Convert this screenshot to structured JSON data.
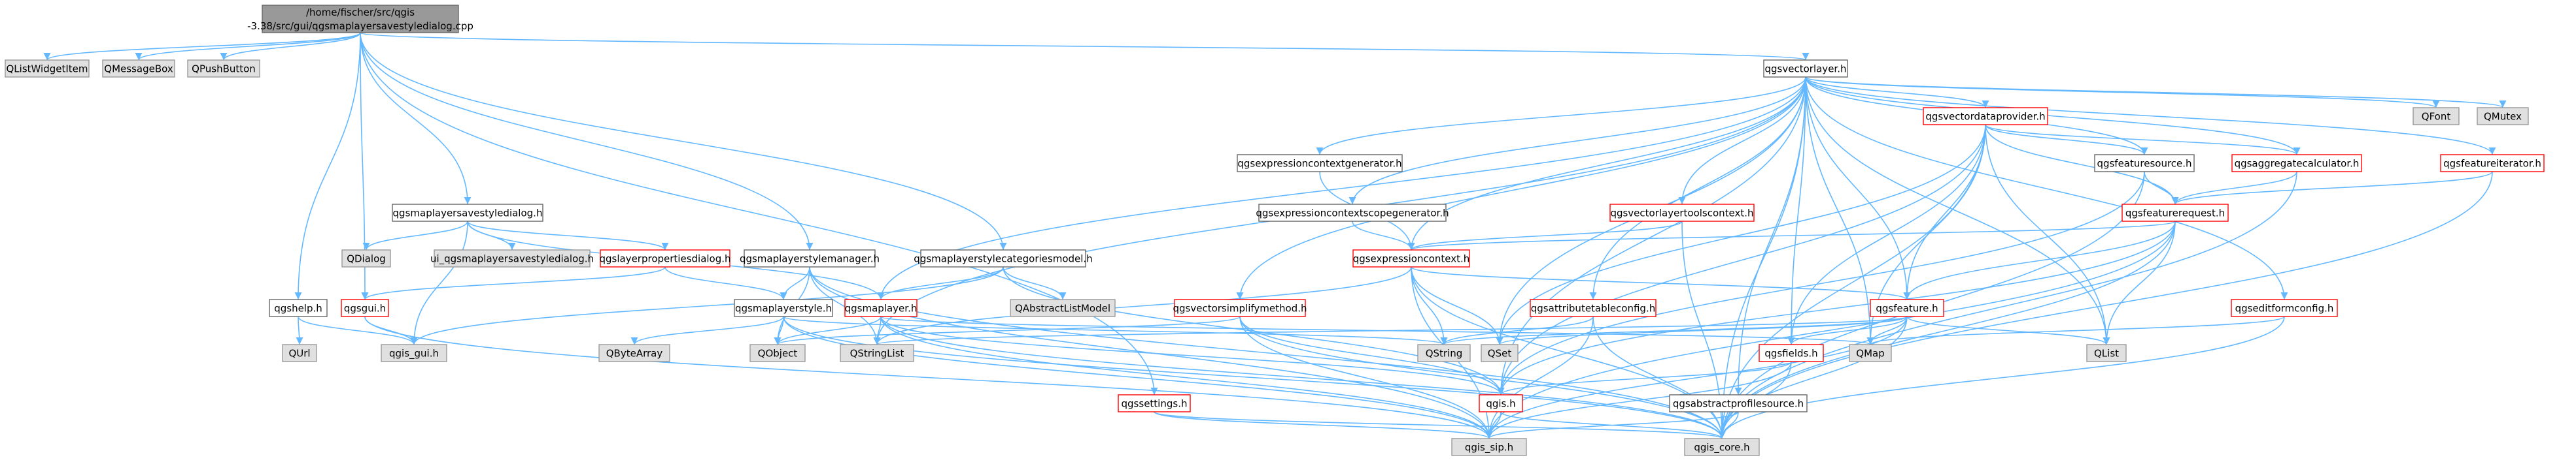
{
  "colors": {
    "root_fill": "#999999",
    "root_border": "#666666",
    "doc_fill": "#ffffff",
    "doc_border": "#666666",
    "trunc_fill": "#ffffff",
    "trunc_border": "#ff0000",
    "ext_fill": "#e0e0e0",
    "ext_border": "#999999",
    "edge": "#63b8ff"
  },
  "nodes": [
    {
      "id": "root",
      "lines": [
        "/home/fischer/src/qgis",
        "-3.38/src/gui/qgsmaplayersavestyledialog.cpp"
      ],
      "kind": "root"
    },
    {
      "id": "qlistwidgetitem",
      "lines": [
        "QListWidgetItem"
      ],
      "kind": "ext"
    },
    {
      "id": "qmessagebox",
      "lines": [
        "QMessageBox"
      ],
      "kind": "ext"
    },
    {
      "id": "qpushbutton",
      "lines": [
        "QPushButton"
      ],
      "kind": "ext"
    },
    {
      "id": "qgsvectorlayer",
      "lines": [
        "qgsvectorlayer.h"
      ],
      "kind": "doc"
    },
    {
      "id": "qgsmaplayersavestyledialog",
      "lines": [
        "qgsmaplayersavestyledialog.h"
      ],
      "kind": "doc"
    },
    {
      "id": "qdialog",
      "lines": [
        "QDialog"
      ],
      "kind": "ext"
    },
    {
      "id": "ui_dialog",
      "lines": [
        "ui_qgsmaplayersavestyledialog.h"
      ],
      "kind": "ext"
    },
    {
      "id": "qgslayerpropertiesdialog",
      "lines": [
        "qgslayerpropertiesdialog.h"
      ],
      "kind": "trunc"
    },
    {
      "id": "qgsmaplayerstylemanager",
      "lines": [
        "qgsmaplayerstylemanager.h"
      ],
      "kind": "doc"
    },
    {
      "id": "qgsmaplayerstylecategoriesmodel",
      "lines": [
        "qgsmaplayerstylecategoriesmodel.h"
      ],
      "kind": "doc"
    },
    {
      "id": "qabstractlistmodel",
      "lines": [
        "QAbstractListModel"
      ],
      "kind": "ext"
    },
    {
      "id": "qgshelp",
      "lines": [
        "qgshelp.h"
      ],
      "kind": "doc"
    },
    {
      "id": "qurl",
      "lines": [
        "QUrl"
      ],
      "kind": "ext"
    },
    {
      "id": "qgsgui",
      "lines": [
        "qgsgui.h"
      ],
      "kind": "trunc"
    },
    {
      "id": "qgis_gui",
      "lines": [
        "qgis_gui.h"
      ],
      "kind": "ext"
    },
    {
      "id": "qgsmaplayerstyle",
      "lines": [
        "qgsmaplayerstyle.h"
      ],
      "kind": "doc"
    },
    {
      "id": "qbytearray",
      "lines": [
        "QByteArray"
      ],
      "kind": "ext"
    },
    {
      "id": "qgsmaplayer",
      "lines": [
        "qgsmaplayer.h"
      ],
      "kind": "trunc"
    },
    {
      "id": "qobject",
      "lines": [
        "QObject"
      ],
      "kind": "ext"
    },
    {
      "id": "qstringlist",
      "lines": [
        "QStringList"
      ],
      "kind": "ext"
    },
    {
      "id": "qgssettings",
      "lines": [
        "qgssettings.h"
      ],
      "kind": "trunc"
    },
    {
      "id": "qgsvectorsimplifymethod",
      "lines": [
        "qgsvectorsimplifymethod.h"
      ],
      "kind": "trunc"
    },
    {
      "id": "qgsexpressioncontextgenerator",
      "lines": [
        "qgsexpressioncontextgenerator.h"
      ],
      "kind": "doc"
    },
    {
      "id": "qgsexpressioncontextscopegenerator",
      "lines": [
        "qgsexpressioncontextscopegenerator.h"
      ],
      "kind": "doc"
    },
    {
      "id": "qgsexpressioncontext",
      "lines": [
        "qgsexpressioncontext.h"
      ],
      "kind": "trunc"
    },
    {
      "id": "qgsattributetableconfig",
      "lines": [
        "qgsattributetableconfig.h"
      ],
      "kind": "trunc"
    },
    {
      "id": "qstring",
      "lines": [
        "QString"
      ],
      "kind": "ext"
    },
    {
      "id": "qset",
      "lines": [
        "QSet"
      ],
      "kind": "ext"
    },
    {
      "id": "qgsvectorlayertoolscontext",
      "lines": [
        "qgsvectorlayertoolscontext.h"
      ],
      "kind": "trunc"
    },
    {
      "id": "qgsvectordataprovider",
      "lines": [
        "qgsvectordataprovider.h"
      ],
      "kind": "trunc"
    },
    {
      "id": "qgsfeaturesource",
      "lines": [
        "qgsfeaturesource.h"
      ],
      "kind": "doc"
    },
    {
      "id": "qgsaggregatecalculator",
      "lines": [
        "qgsaggregatecalculator.h"
      ],
      "kind": "trunc"
    },
    {
      "id": "qgsfeaturerequest",
      "lines": [
        "qgsfeaturerequest.h"
      ],
      "kind": "trunc"
    },
    {
      "id": "qgsfeature",
      "lines": [
        "qgsfeature.h"
      ],
      "kind": "trunc"
    },
    {
      "id": "qmap",
      "lines": [
        "QMap"
      ],
      "kind": "ext"
    },
    {
      "id": "qgsfields",
      "lines": [
        "qgsfields.h"
      ],
      "kind": "trunc"
    },
    {
      "id": "qgis",
      "lines": [
        "qgis.h"
      ],
      "kind": "trunc"
    },
    {
      "id": "qgsabstractprofilesource",
      "lines": [
        "qgsabstractprofilesource.h"
      ],
      "kind": "doc"
    },
    {
      "id": "qgis_sip",
      "lines": [
        "qgis_sip.h"
      ],
      "kind": "ext"
    },
    {
      "id": "qgis_core",
      "lines": [
        "qgis_core.h"
      ],
      "kind": "ext"
    },
    {
      "id": "qlist",
      "lines": [
        "QList"
      ],
      "kind": "ext"
    },
    {
      "id": "qfont",
      "lines": [
        "QFont"
      ],
      "kind": "ext"
    },
    {
      "id": "qmutex",
      "lines": [
        "QMutex"
      ],
      "kind": "ext"
    },
    {
      "id": "qgsfeatureiterator",
      "lines": [
        "qgsfeatureiterator.h"
      ],
      "kind": "trunc"
    },
    {
      "id": "qgseditformconfig",
      "lines": [
        "qgseditformconfig.h"
      ],
      "kind": "trunc"
    }
  ],
  "edges": [
    [
      "root",
      "qlistwidgetitem"
    ],
    [
      "root",
      "qmessagebox"
    ],
    [
      "root",
      "qpushbutton"
    ],
    [
      "root",
      "qgsvectorlayer"
    ],
    [
      "root",
      "qgsmaplayersavestyledialog"
    ],
    [
      "root",
      "qgsmaplayerstylemanager"
    ],
    [
      "root",
      "qgsmaplayerstylecategoriesmodel"
    ],
    [
      "root",
      "qgshelp"
    ],
    [
      "root",
      "qgsgui"
    ],
    [
      "root",
      "qgssettings"
    ],
    [
      "qgsmaplayersavestyledialog",
      "qdialog"
    ],
    [
      "qgsmaplayersavestyledialog",
      "ui_dialog"
    ],
    [
      "qgsmaplayersavestyledialog",
      "qgslayerpropertiesdialog"
    ],
    [
      "qgsmaplayersavestyledialog",
      "qgis_gui"
    ],
    [
      "qgsmaplayersavestyledialog",
      "qgsmaplayer"
    ],
    [
      "qgslayerpropertiesdialog",
      "qgsgui"
    ],
    [
      "qgslayerpropertiesdialog",
      "qgsmaplayerstyle"
    ],
    [
      "qgsmaplayerstylemanager",
      "qgsmaplayerstyle"
    ],
    [
      "qgsmaplayerstylemanager",
      "qobject"
    ],
    [
      "qgsmaplayerstylemanager",
      "qstringlist"
    ],
    [
      "qgsmaplayerstylemanager",
      "qgis_core"
    ],
    [
      "qgsmaplayerstylemanager",
      "qgis_sip"
    ],
    [
      "qgsmaplayerstylecategoriesmodel",
      "qabstractlistmodel"
    ],
    [
      "qgsmaplayerstylecategoriesmodel",
      "qgsmaplayer"
    ],
    [
      "qgsmaplayerstylecategoriesmodel",
      "qgis_gui"
    ],
    [
      "qgsmaplayerstylecategoriesmodel",
      "qgis"
    ],
    [
      "qgshelp",
      "qurl"
    ],
    [
      "qgshelp",
      "qgis_gui"
    ],
    [
      "qgsgui",
      "qgis_gui"
    ],
    [
      "qgsgui",
      "qgis_sip"
    ],
    [
      "qgsmaplayerstyle",
      "qbytearray"
    ],
    [
      "qgsmaplayerstyle",
      "qobject"
    ],
    [
      "qgsmaplayerstyle",
      "qstring"
    ],
    [
      "qgsmaplayerstyle",
      "qgis_core"
    ],
    [
      "qgsmaplayerstyle",
      "qgis_sip"
    ],
    [
      "qgsmaplayer",
      "qobject"
    ],
    [
      "qgsmaplayer",
      "qstringlist"
    ],
    [
      "qgsmaplayer",
      "qgis_core"
    ],
    [
      "qgsmaplayer",
      "qgis_sip"
    ],
    [
      "qgsmaplayer",
      "qgis"
    ],
    [
      "qgsmaplayer",
      "qmap"
    ],
    [
      "qgssettings",
      "qgis_core"
    ],
    [
      "qgssettings",
      "qgis_sip"
    ],
    [
      "qgsvectorlayer",
      "qgsmaplayer"
    ],
    [
      "qgsvectorlayer",
      "qgsvectorsimplifymethod"
    ],
    [
      "qgsvectorlayer",
      "qgsexpressioncontextgenerator"
    ],
    [
      "qgsvectorlayer",
      "qgsexpressioncontextscopegenerator"
    ],
    [
      "qgsvectorlayer",
      "qgsattributetableconfig"
    ],
    [
      "qgsvectorlayer",
      "qgsvectorlayertoolscontext"
    ],
    [
      "qgsvectorlayer",
      "qgsvectordataprovider"
    ],
    [
      "qgsvectorlayer",
      "qgsfeaturesource"
    ],
    [
      "qgsvectorlayer",
      "qgsaggregatecalculator"
    ],
    [
      "qgsvectorlayer",
      "qgsfeatureiterator"
    ],
    [
      "qgsvectorlayer",
      "qgseditformconfig"
    ],
    [
      "qgsvectorlayer",
      "qgsfeature"
    ],
    [
      "qgsvectorlayer",
      "qgsfields"
    ],
    [
      "qgsvectorlayer",
      "qfont"
    ],
    [
      "qgsvectorlayer",
      "qmutex"
    ],
    [
      "qgsvectorlayer",
      "qstringlist"
    ],
    [
      "qgsvectorlayer",
      "qset"
    ],
    [
      "qgsvectorlayer",
      "qgis"
    ],
    [
      "qgsvectorlayer",
      "qgis_core"
    ],
    [
      "qgsvectorlayer",
      "qlist"
    ],
    [
      "qgsvectorlayer",
      "qmap"
    ],
    [
      "qgsvectorlayer",
      "qgsabstractprofilesource"
    ],
    [
      "qgsvectorlayer",
      "qgsexpressioncontext"
    ],
    [
      "qgsvectorsimplifymethod",
      "qobject"
    ],
    [
      "qgsvectorsimplifymethod",
      "qgis"
    ],
    [
      "qgsvectorsimplifymethod",
      "qgis_core"
    ],
    [
      "qgsvectorsimplifymethod",
      "qgis_sip"
    ],
    [
      "qgsexpressioncontextgenerator",
      "qgsexpressioncontext"
    ],
    [
      "qgsexpressioncontextscopegenerator",
      "qgsexpressioncontext"
    ],
    [
      "qgsexpressioncontext",
      "qstring"
    ],
    [
      "qgsexpressioncontext",
      "qstringlist"
    ],
    [
      "qgsexpressioncontext",
      "qset"
    ],
    [
      "qgsexpressioncontext",
      "qgis_core"
    ],
    [
      "qgsexpressioncontext",
      "qgis_sip"
    ],
    [
      "qgsexpressioncontext",
      "qgsfeature"
    ],
    [
      "qgsattributetableconfig",
      "qstring"
    ],
    [
      "qgsattributetableconfig",
      "qgis_core"
    ],
    [
      "qgsattributetableconfig",
      "qgis_sip"
    ],
    [
      "qgsvectorlayertoolscontext",
      "qgsexpressioncontext"
    ],
    [
      "qgsvectorlayertoolscontext",
      "qgis_core"
    ],
    [
      "qgsvectordataprovider",
      "qgsfeaturesource"
    ],
    [
      "qgsvectordataprovider",
      "qgsaggregatecalculator"
    ],
    [
      "qgsvectordataprovider",
      "qgsfeaturerequest"
    ],
    [
      "qgsvectordataprovider",
      "qgsfeature"
    ],
    [
      "qgsvectordataprovider",
      "qgsfields"
    ],
    [
      "qgsvectordataprovider",
      "qgis"
    ],
    [
      "qgsvectordataprovider",
      "qgis_core"
    ],
    [
      "qgsvectordataprovider",
      "qset"
    ],
    [
      "qgsvectordataprovider",
      "qlist"
    ],
    [
      "qgsvectordataprovider",
      "qmap"
    ],
    [
      "qgsfeaturesource",
      "qgsfeaturerequest"
    ],
    [
      "qgsfeaturesource",
      "qgis_core"
    ],
    [
      "qgsfeaturesource",
      "qgis"
    ],
    [
      "qgsaggregatecalculator",
      "qgsfeaturerequest"
    ],
    [
      "qgsaggregatecalculator",
      "qgis_core"
    ],
    [
      "qgsfeatureiterator",
      "qgsfeaturerequest"
    ],
    [
      "qgsfeatureiterator",
      "qgis_core"
    ],
    [
      "qgsfeaturerequest",
      "qgsexpressioncontext"
    ],
    [
      "qgsfeaturerequest",
      "qgsfeature"
    ],
    [
      "qgsfeaturerequest",
      "qlist"
    ],
    [
      "qgsfeaturerequest",
      "qgis_core"
    ],
    [
      "qgsfeaturerequest",
      "qgis_sip"
    ],
    [
      "qgsfeaturerequest",
      "qgis"
    ],
    [
      "qgsfeature",
      "qstringlist"
    ],
    [
      "qgsfeature",
      "qset"
    ],
    [
      "qgsfeature",
      "qmap"
    ],
    [
      "qgsfeature",
      "qlist"
    ],
    [
      "qgsfeature",
      "qgsfields"
    ],
    [
      "qgsfeature",
      "qgis_core"
    ],
    [
      "qgsfeature",
      "qgis_sip"
    ],
    [
      "qgsfeature",
      "qstring"
    ],
    [
      "qgsfields",
      "qgis_core"
    ],
    [
      "qgsfields",
      "qgis_sip"
    ],
    [
      "qgsfields",
      "qgis"
    ],
    [
      "qgis",
      "qgis_sip"
    ],
    [
      "qgis",
      "qgis_core"
    ],
    [
      "qgsabstractprofilesource",
      "qgis_core"
    ],
    [
      "qgsabstractprofilesource",
      "qgis_sip"
    ],
    [
      "qgseditformconfig",
      "qgis_core"
    ],
    [
      "qgseditformconfig",
      "qmap"
    ]
  ]
}
